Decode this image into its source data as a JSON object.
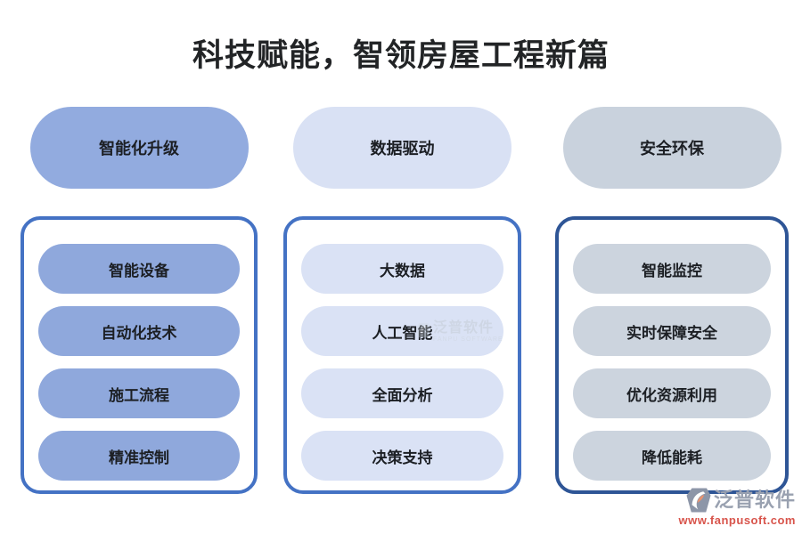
{
  "title": "科技赋能，智领房屋工程新篇",
  "columns": [
    {
      "header": "智能化升级",
      "pill_color": "#8fa8dc",
      "border_color": "#4472c4",
      "items": [
        "智能设备",
        "自动化技术",
        "施工流程",
        "精准控制"
      ]
    },
    {
      "header": "数据驱动",
      "pill_color": "#dae2f5",
      "border_color": "#4472c4",
      "items": [
        "大数据",
        "人工智能",
        "全面分析",
        "决策支持"
      ]
    },
    {
      "header": "安全环保",
      "pill_color": "#ccd4de",
      "border_color": "#2e5596",
      "items": [
        "智能监控",
        "实时保障安全",
        "优化资源利用",
        "降低能耗"
      ]
    }
  ],
  "watermark": {
    "text": "泛普软件",
    "subtext": "FANPU SOFTWARE"
  },
  "brand": {
    "name": "泛普软件",
    "url": "www.fanpusoft.com",
    "gray_color": "#99a1b0",
    "red_color": "#d8544b"
  }
}
